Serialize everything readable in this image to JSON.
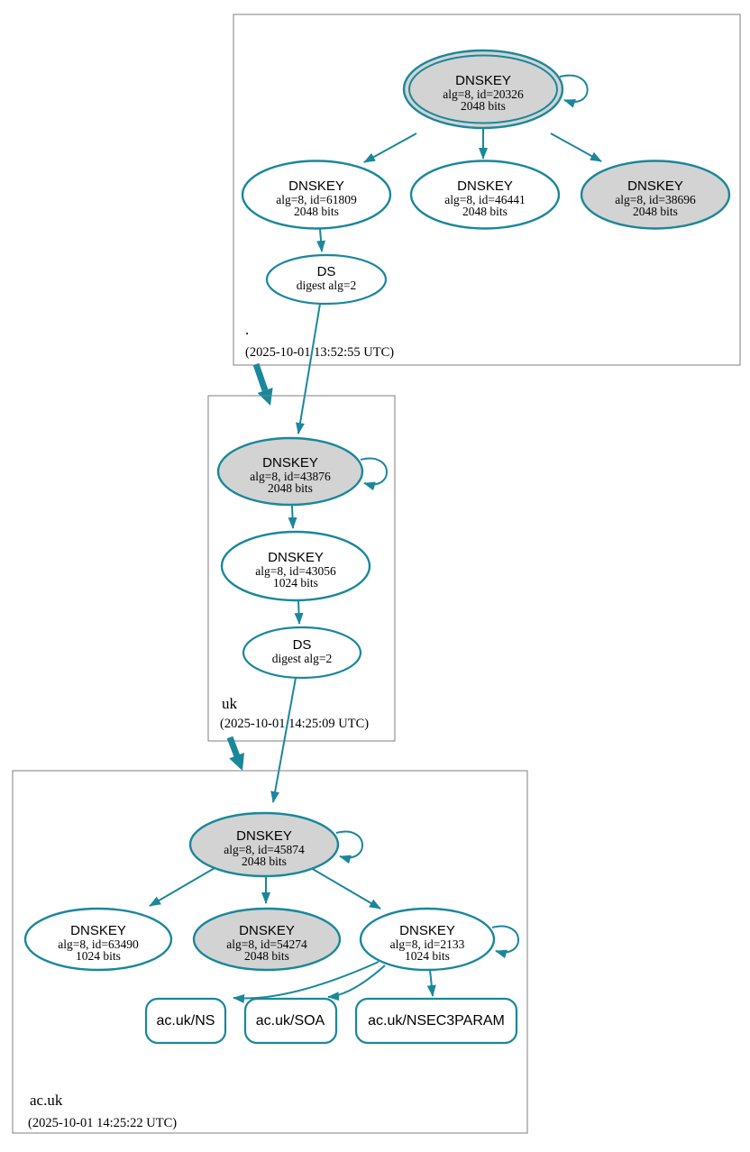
{
  "colors": {
    "edge": "#1a879a",
    "node_fill_gray": "#d3d3d3",
    "node_fill_white": "#ffffff",
    "zone_border": "#7f7f7f",
    "text": "#000000"
  },
  "zones": [
    {
      "name": ".",
      "timestamp": "(2025-10-01 13:52:55 UTC)",
      "nodes": {
        "ksk": {
          "title": "DNSKEY",
          "detail": "alg=8, id=20326",
          "bits": "2048 bits"
        },
        "zsk1": {
          "title": "DNSKEY",
          "detail": "alg=8, id=61809",
          "bits": "2048 bits"
        },
        "zsk2": {
          "title": "DNSKEY",
          "detail": "alg=8, id=46441",
          "bits": "2048 bits"
        },
        "key3": {
          "title": "DNSKEY",
          "detail": "alg=8, id=38696",
          "bits": "2048 bits"
        },
        "ds": {
          "title": "DS",
          "detail": "digest alg=2"
        }
      }
    },
    {
      "name": "uk",
      "timestamp": "(2025-10-01 14:25:09 UTC)",
      "nodes": {
        "ksk": {
          "title": "DNSKEY",
          "detail": "alg=8, id=43876",
          "bits": "2048 bits"
        },
        "zsk": {
          "title": "DNSKEY",
          "detail": "alg=8, id=43056",
          "bits": "1024 bits"
        },
        "ds": {
          "title": "DS",
          "detail": "digest alg=2"
        }
      }
    },
    {
      "name": "ac.uk",
      "timestamp": "(2025-10-01 14:25:22 UTC)",
      "nodes": {
        "ksk": {
          "title": "DNSKEY",
          "detail": "alg=8, id=45874",
          "bits": "2048 bits"
        },
        "zsk1": {
          "title": "DNSKEY",
          "detail": "alg=8, id=63490",
          "bits": "1024 bits"
        },
        "key2": {
          "title": "DNSKEY",
          "detail": "alg=8, id=54274",
          "bits": "2048 bits"
        },
        "zsk3": {
          "title": "DNSKEY",
          "detail": "alg=8, id=2133",
          "bits": "1024 bits"
        }
      },
      "records": [
        {
          "label": "ac.uk/NS"
        },
        {
          "label": "ac.uk/SOA"
        },
        {
          "label": "ac.uk/NSEC3PARAM"
        }
      ]
    }
  ]
}
